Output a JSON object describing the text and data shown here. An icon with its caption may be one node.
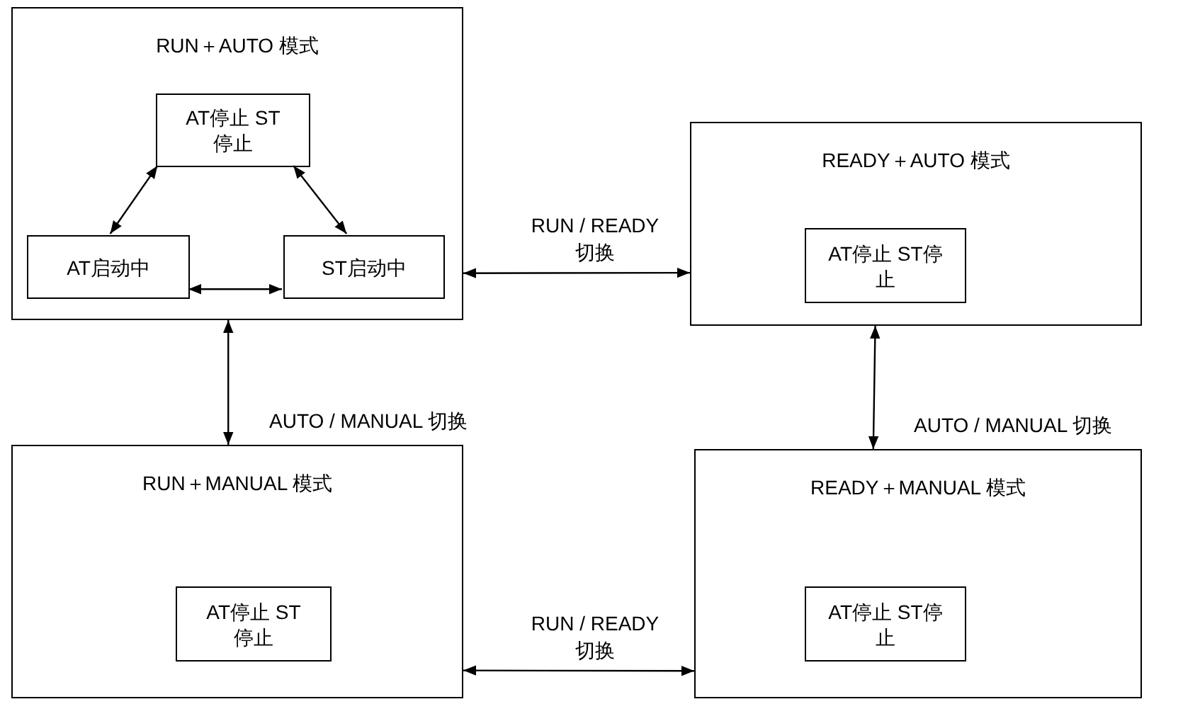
{
  "diagram": {
    "nodes": [
      {
        "text": [
          "RUN＋AUTO 模式"
        ]
      },
      {
        "text": [
          "AT停止 ST停止"
        ],
        "in": 0
      },
      {
        "text": [
          "AT启动中"
        ],
        "in": 0
      },
      {
        "text": [
          "ST启动中"
        ],
        "in": 0
      },
      {
        "text": [
          "READY＋AUTO 模式"
        ]
      },
      {
        "text": [
          "AT停止 ST停止"
        ],
        "in": 4
      },
      {
        "text": [
          "RUN＋MANUAL 模式"
        ]
      },
      {
        "text": [
          "AT停止 ST停止"
        ],
        "in": 6
      },
      {
        "text": [
          "READY＋MANUAL 模式"
        ]
      },
      {
        "text": [
          "AT停止 ST停止"
        ],
        "in": 8
      }
    ],
    "edges": [
      {
        "from": 1,
        "to": 2,
        "arrow": "both"
      },
      {
        "from": 1,
        "to": 3,
        "arrow": "both"
      },
      {
        "from": 2,
        "to": 3,
        "arrow": "both"
      },
      {
        "from": 0,
        "to": 4,
        "arrow": "both",
        "label": "RUN / READY 切换"
      },
      {
        "from": 0,
        "to": 6,
        "arrow": "both",
        "label": "AUTO / MANUAL 切换"
      },
      {
        "from": 4,
        "to": 8,
        "arrow": "both",
        "label": "AUTO / MANUAL 切换"
      },
      {
        "from": 6,
        "to": 8,
        "arrow": "both",
        "label": "RUN / READY 切换"
      }
    ]
  }
}
